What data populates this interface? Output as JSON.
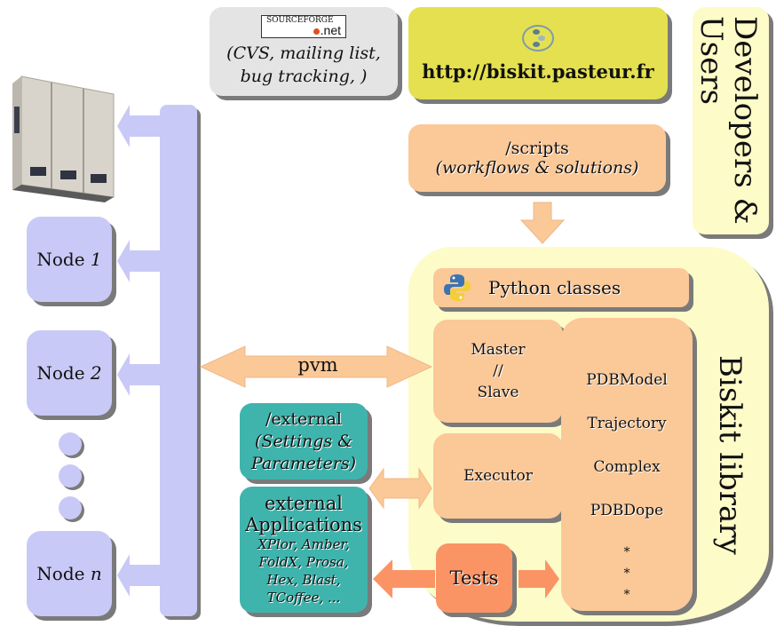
{
  "colors": {
    "lavender": "#c9c9f7",
    "peach": "#fbc898",
    "teal": "#3fb4ad",
    "cream": "#fdfbc8",
    "yellow": "#e4e050",
    "grey": "#e4e4e4",
    "tests_orange": "#fb9465",
    "shadow": "#7a7a7a"
  },
  "sourceforge": {
    "logo_text_top": "SOURCEFORGE",
    "logo_text_bottom": ".net",
    "line1": "(CVS, mailing list,",
    "line2": "bug tracking, )"
  },
  "website": {
    "icon": "biskit-logo-icon",
    "url": "http://biskit.pasteur.fr"
  },
  "audience": {
    "line1": "Developers &",
    "line2": "Users"
  },
  "scripts": {
    "title": "/scripts",
    "subtitle": "(workflows & solutions)"
  },
  "library": {
    "title": "Biskit library",
    "python": {
      "icon": "python-logo-icon",
      "label": "Python classes"
    },
    "master_slave": {
      "line1": "Master",
      "line2": "//",
      "line3": "Slave"
    },
    "executor": "Executor",
    "tests": "Tests",
    "classes": [
      "PDBModel",
      "Trajectory",
      "Complex",
      "PDBDope"
    ],
    "more": [
      "*",
      "*",
      "*"
    ]
  },
  "cluster": {
    "server_icon": "server-rack-icon",
    "nodes": [
      {
        "prefix": "Node ",
        "id": "1"
      },
      {
        "prefix": "Node ",
        "id": "2"
      },
      {
        "prefix": "Node ",
        "id": "n"
      }
    ]
  },
  "pvm_label": "pvm",
  "external_settings": {
    "title": "/external",
    "line2": "(Settings &",
    "line3": "Parameters)"
  },
  "external_apps": {
    "line1": "external",
    "line2": "Applications",
    "apps": [
      "XPlor, Amber,",
      "FoldX, Prosa,",
      "Hex, Blast,",
      "TCoffee, ..."
    ]
  }
}
